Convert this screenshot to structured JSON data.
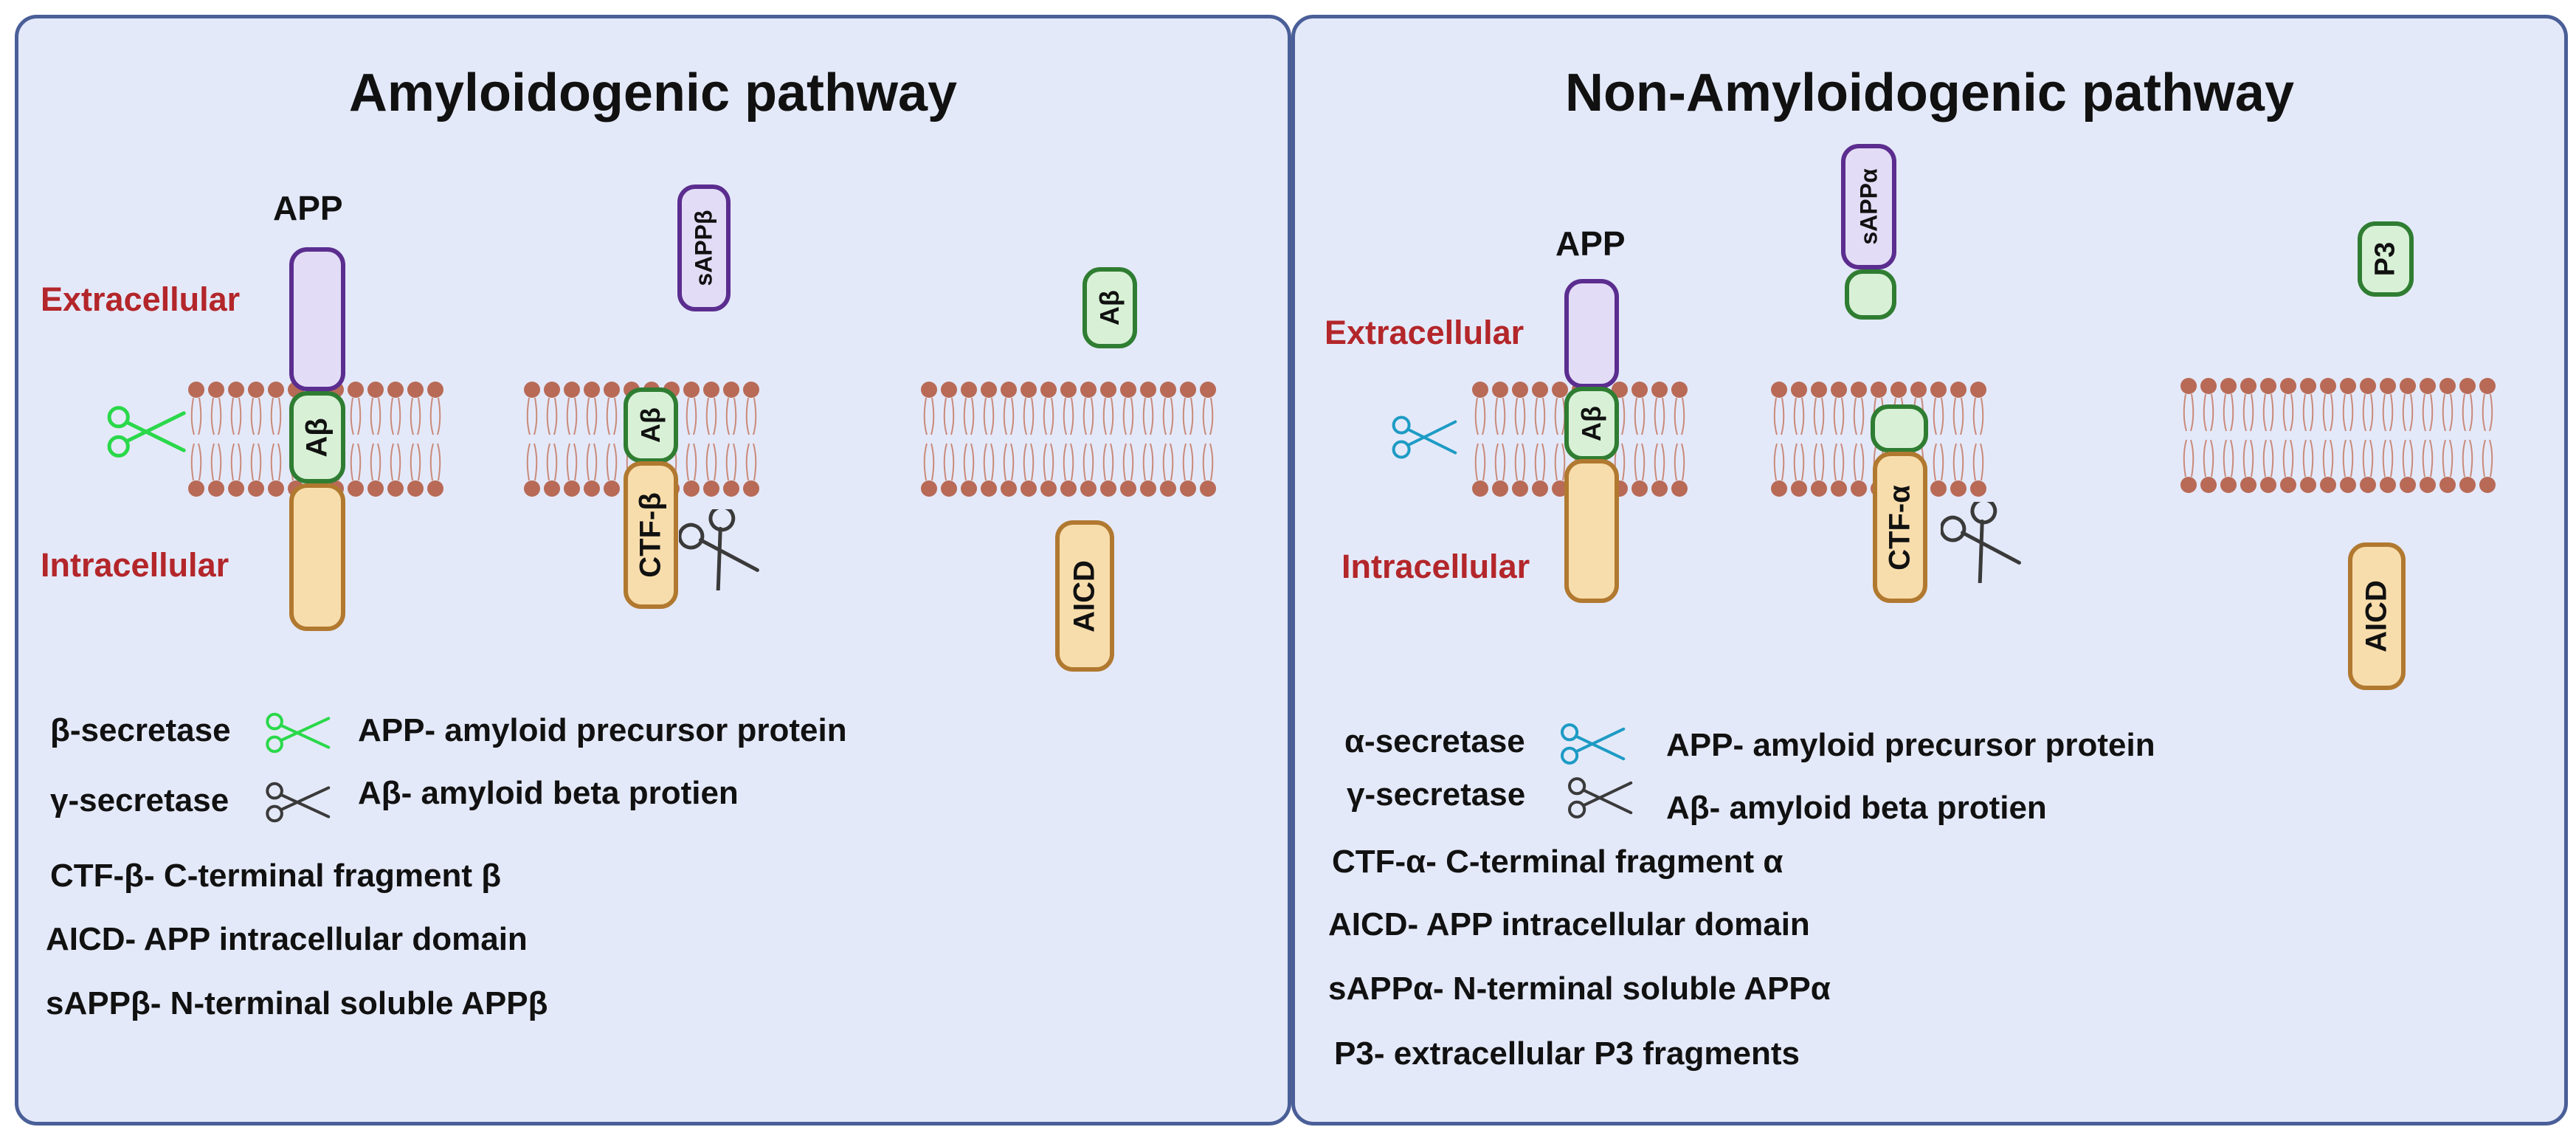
{
  "left": {
    "title": "Amyloidogenic pathway",
    "extracellular": "Extracellular",
    "intracellular": "Intracellular",
    "app_label": "APP",
    "abeta_1": "Aβ",
    "abeta_2": "Aβ",
    "abeta_free": "Aβ",
    "sappb": "sAPPβ",
    "ctf": "CTF-β",
    "aicd": "AICD",
    "legend": {
      "beta_secretase": "β-secretase",
      "gamma_secretase": "γ-secretase",
      "app_def": "APP-  amyloid precursor protein",
      "abeta_def": "Aβ- amyloid beta protien",
      "ctf_def": "CTF-β- C-terminal fragment β",
      "aicd_def": "AICD- APP intracellular domain",
      "sapp_def": "sAPPβ- N-terminal soluble APPβ"
    }
  },
  "right": {
    "title": "Non-Amyloidogenic pathway",
    "extracellular": "Extracellular",
    "intracellular": "Intracellular",
    "app_label": "APP",
    "abeta_1": "Aβ",
    "sappa": "sAPPα",
    "ctf": "CTF-α",
    "aicd": "AICD",
    "p3": "P3",
    "legend": {
      "alpha_secretase": "α-secretase",
      "gamma_secretase": "γ-secretase",
      "app_def": "APP-  amyloid precursor protein",
      "abeta_def": "Aβ- amyloid beta protien",
      "ctf_def": "CTF-α- C-terminal fragment α",
      "aicd_def": "AICD- APP intracellular domain",
      "sapp_def": "sAPPα- N-terminal soluble APPα",
      "p3_def": "P3- extracellular P3 fragments"
    }
  },
  "colors": {
    "beta_secretase": "#2ad84a",
    "alpha_secretase": "#1d9bc4",
    "gamma_secretase": "#3a3a3a",
    "membrane_head": "#b86a56",
    "region_label": "#b3262a"
  }
}
